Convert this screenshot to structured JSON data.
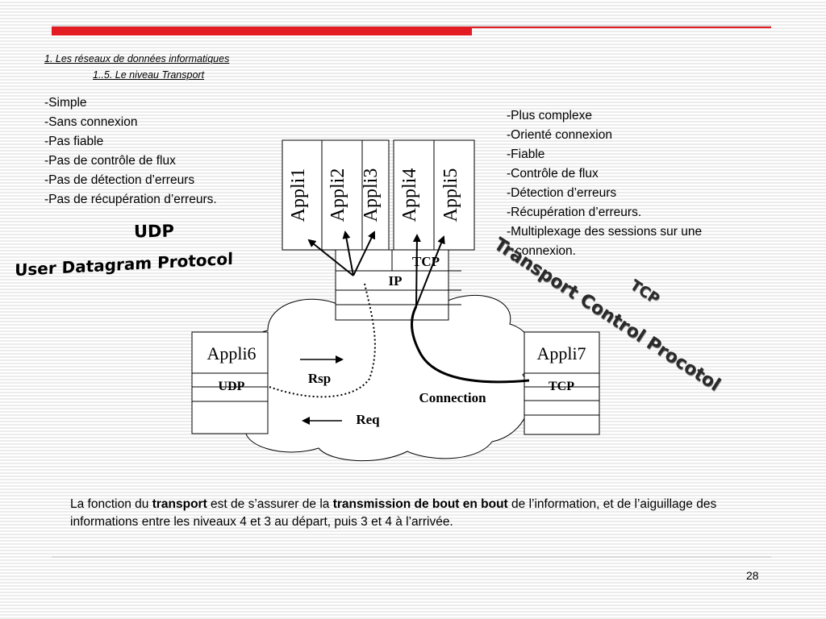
{
  "headings": {
    "line1": "1. Les réseaux  de données informatiques",
    "line2": "1..5. Le niveau Transport"
  },
  "udp_features": [
    "-Simple",
    "-Sans connexion",
    "-Pas fiable",
    "-Pas de contrôle de flux",
    "-Pas de détection d’erreurs",
    "-Pas de récupération d’erreurs."
  ],
  "tcp_features": [
    "-Plus complexe",
    "-Orienté connexion",
    "-Fiable",
    "-Contrôle de flux",
    "-Détection d’erreurs",
    "-Récupération d’erreurs.",
    "-Multiplexage des sessions sur une"
  ],
  "tcp_features_continuation": "connexion.",
  "titles": {
    "udp": "UDP",
    "udp_full": "User Datagram Protocol",
    "tcp": "TCP",
    "tcp_full": "Transport Control Procotol"
  },
  "diagram": {
    "apps_top": [
      "Appli1",
      "Appli2",
      "Appli3",
      "Appli4",
      "Appli5"
    ],
    "stack_tcp": "TCP",
    "stack_ip": "IP",
    "left_host_app": "Appli6",
    "left_host_proto": "UDP",
    "right_host_app": "Appli7",
    "right_host_proto": "TCP",
    "rsp": "Rsp",
    "req": "Req",
    "connection": "Connection"
  },
  "bottom": {
    "p1": "La fonction du ",
    "b1": "transport",
    "p2": " est de s’assurer de la ",
    "b2": "transmission de bout en bout",
    "p3": " de l’information, et de l’aiguillage des informations entre les niveaux 4 et 3 au départ, puis 3 et 4 à l’arrivée."
  },
  "page_number": "28",
  "colors": {
    "accent_bar": "#e31b23",
    "line_grey": "#d8d8d8"
  }
}
